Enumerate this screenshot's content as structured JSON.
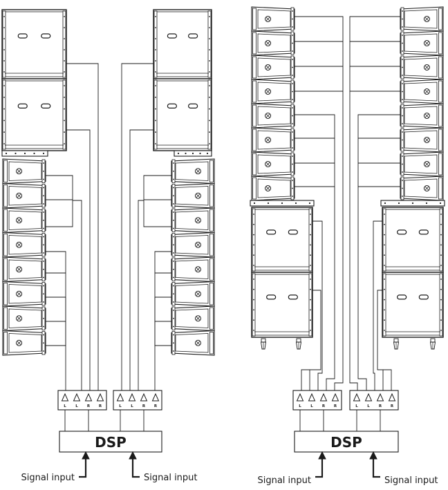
{
  "diagram": {
    "processor_label": "DSP",
    "signal_input_label": "Signal input",
    "amp_channel_labels": [
      "L",
      "L",
      "R",
      "R"
    ]
  },
  "colors": {
    "line": "#1a1a1a",
    "fill": "#ffffff",
    "background": "#ffffff"
  }
}
